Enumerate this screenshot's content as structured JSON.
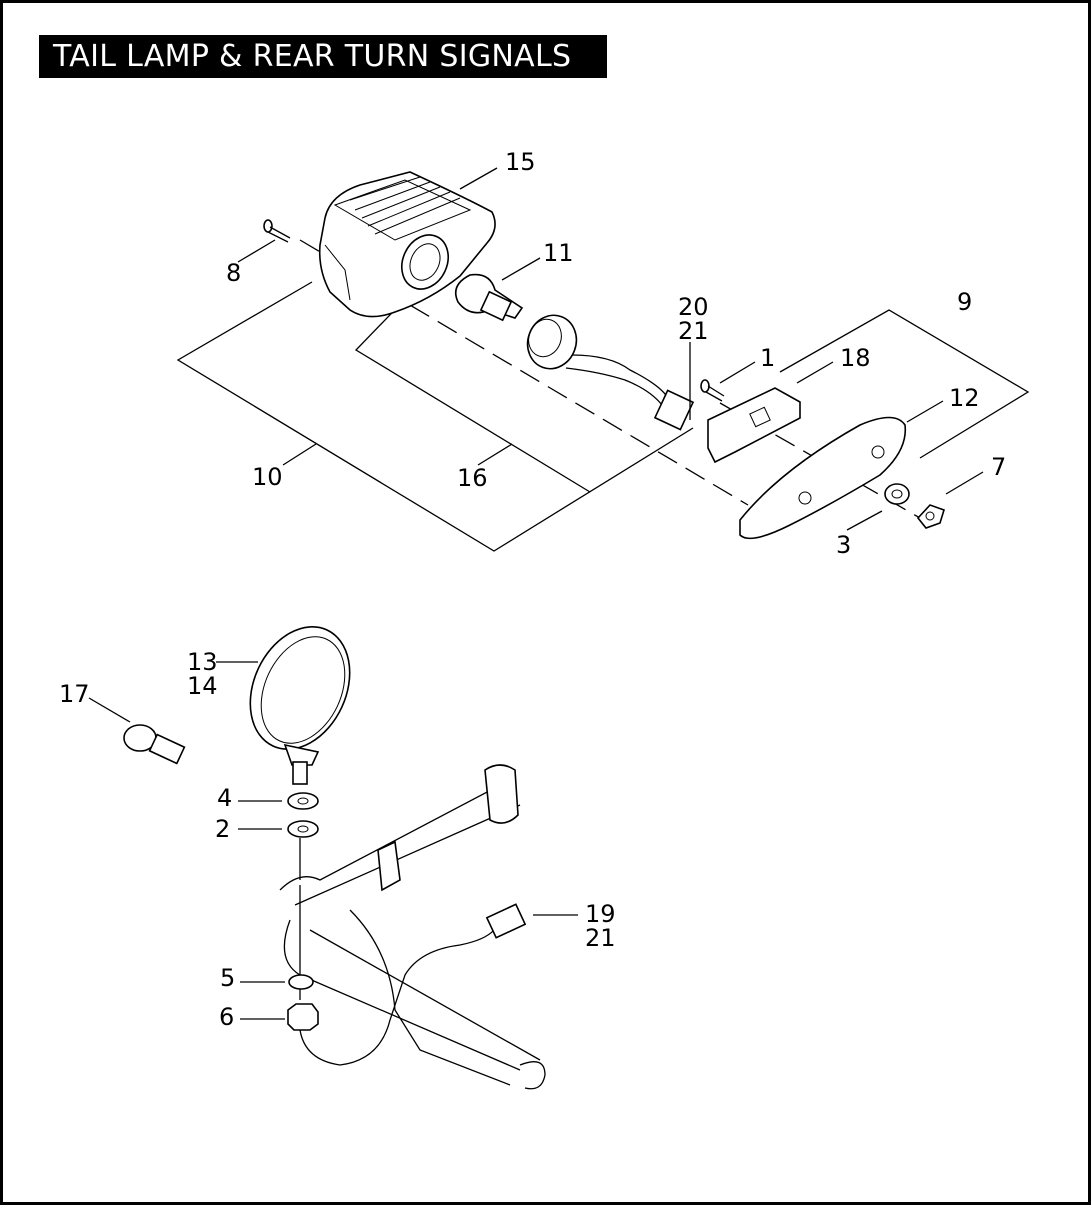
{
  "title": "TAIL LAMP & REAR TURN SIGNALS",
  "callouts": [
    {
      "id": "15",
      "text": "15"
    },
    {
      "id": "11",
      "text": "11"
    },
    {
      "id": "8",
      "text": "8"
    },
    {
      "id": "20",
      "text": "20"
    },
    {
      "id": "21a",
      "text": "21"
    },
    {
      "id": "9",
      "text": "9"
    },
    {
      "id": "1",
      "text": "1"
    },
    {
      "id": "18",
      "text": "18"
    },
    {
      "id": "12",
      "text": "12"
    },
    {
      "id": "7",
      "text": "7"
    },
    {
      "id": "10",
      "text": "10"
    },
    {
      "id": "16",
      "text": "16"
    },
    {
      "id": "3",
      "text": "3"
    },
    {
      "id": "13",
      "text": "13"
    },
    {
      "id": "14",
      "text": "14"
    },
    {
      "id": "17",
      "text": "17"
    },
    {
      "id": "4",
      "text": "4"
    },
    {
      "id": "2",
      "text": "2"
    },
    {
      "id": "19",
      "text": "19"
    },
    {
      "id": "21b",
      "text": "21"
    },
    {
      "id": "5",
      "text": "5"
    },
    {
      "id": "6",
      "text": "6"
    }
  ]
}
